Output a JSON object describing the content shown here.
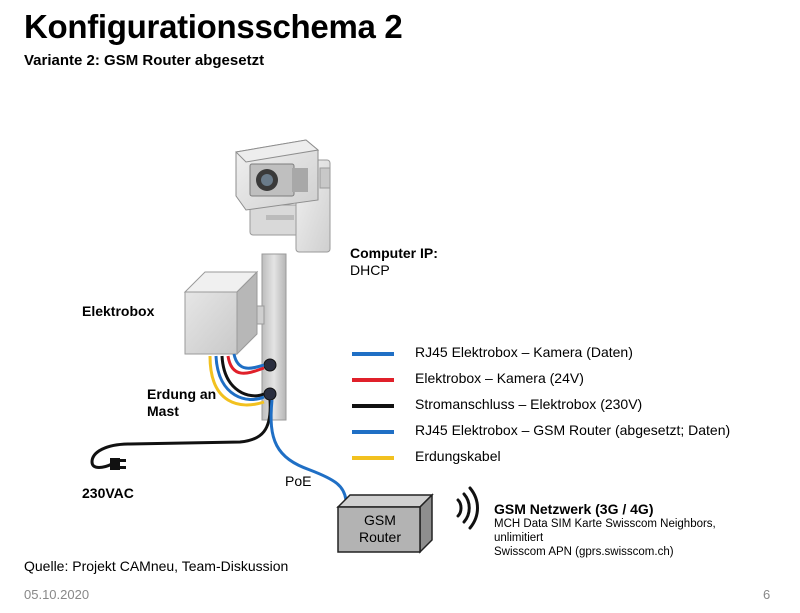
{
  "title": "Konfigurationsschema 2",
  "subtitle": "Variante 2: GSM Router abgesetzt",
  "computer_ip": {
    "label": "Computer IP:",
    "value": "DHCP"
  },
  "labels": {
    "elektrobox": "Elektrobox",
    "erdung_line1": "Erdung an",
    "erdung_line2": "Mast",
    "power": "230VAC",
    "poe": "PoE"
  },
  "router": {
    "line1": "GSM",
    "line2": "Router"
  },
  "legend": [
    {
      "color": "#1f6fc5",
      "text": "RJ45 Elektrobox – Kamera (Daten)"
    },
    {
      "color": "#e0202a",
      "text": "Elektrobox – Kamera (24V)"
    },
    {
      "color": "#111111",
      "text": "Stromanschluss – Elektrobox (230V)"
    },
    {
      "color": "#1f6fc5",
      "text": "RJ45 Elektrobox – GSM Router (abgesetzt; Daten)"
    },
    {
      "color": "#f2c11f",
      "text": "Erdungskabel"
    }
  ],
  "gsm_network": {
    "title": "GSM Netzwerk (3G / 4G)",
    "line1": "MCH Data SIM Karte Swisscom Neighbors,",
    "line2": "unlimitiert",
    "line3": "Swisscom APN (gprs.swisscom.ch)"
  },
  "icons": {
    "signal": "wireless-signal-icon",
    "plug": "power-plug-icon",
    "camera": "camera-icon"
  },
  "footer": {
    "source": "Quelle: Projekt CAMneu, Team-Diskussion",
    "date": "05.10.2020",
    "page": "6"
  }
}
